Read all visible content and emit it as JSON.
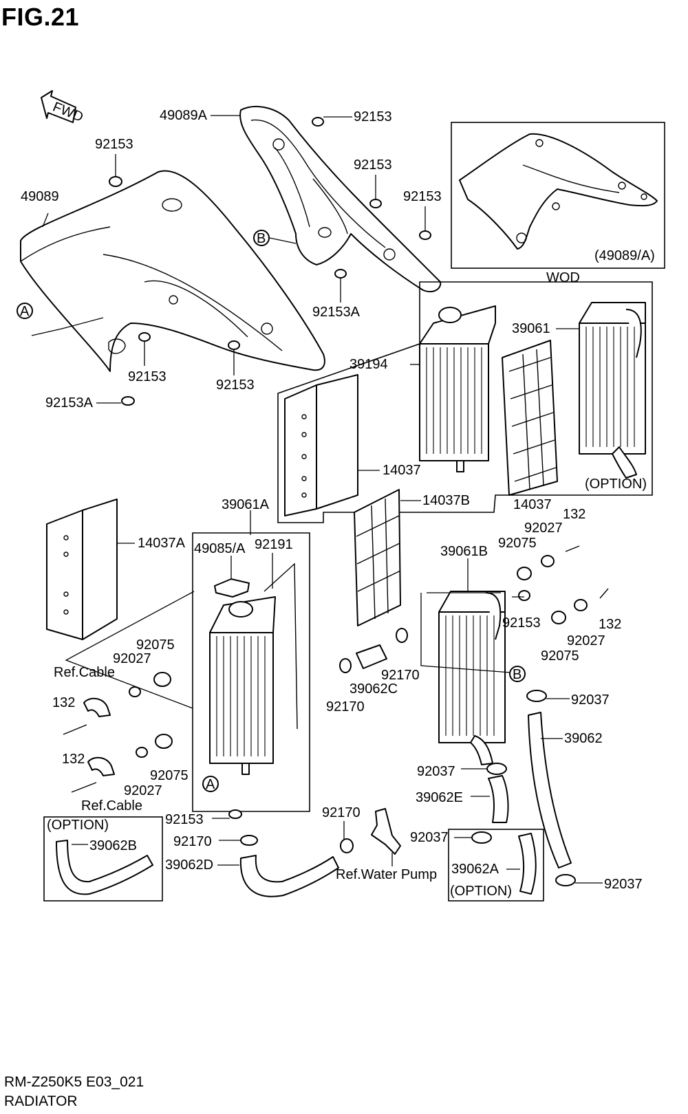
{
  "figure": {
    "title": "FIG.21",
    "model_code": "RM-Z250K5 E03_021",
    "section_name": "RADIATOR",
    "fwd_arrow_label": "FWD"
  },
  "callouts": {
    "c_49089A": "49089A",
    "c_92153_top": "92153",
    "c_92153_left": "92153",
    "c_92153_b1": "92153",
    "c_92153_b2": "92153",
    "c_49089": "49089",
    "c_92153_r": "92153",
    "c_92153A_mid": "92153A",
    "c_92153_a": "92153",
    "c_92153_bb": "92153",
    "c_92153A_left": "92153A",
    "c_wod_ref": "(49089/A)",
    "c_wod": "WOD",
    "c_39194": "39194",
    "c_39061": "39061",
    "c_14037_a": "14037",
    "c_14037_b": "14037",
    "c_option_top": "(OPTION)",
    "c_39061A": "39061A",
    "c_14037B": "14037B",
    "c_132_a": "132",
    "c_92027_a": "92027",
    "c_92075_a": "92075",
    "c_14037A": "14037A",
    "c_49085A": "49085/A",
    "c_92191": "92191",
    "c_39061B": "39061B",
    "c_92153_c": "92153",
    "c_132_b": "132",
    "c_92027_b": "92027",
    "c_92075_b": "92075",
    "c_92075_left": "92075",
    "c_92027_left": "92027",
    "c_refcable_1": "Ref.Cable",
    "c_132_left1": "132",
    "c_39062C": "39062C",
    "c_92170_a": "92170",
    "c_92170_b": "92170",
    "c_92037_a": "92037",
    "c_39062": "39062",
    "c_132_left2": "132",
    "c_92075_left2": "92075",
    "c_92027_left2": "92027",
    "c_refcable_2": "Ref.Cable",
    "c_92037_b": "92037",
    "c_39062E": "39062E",
    "c_92153_bottom": "92153",
    "c_92170_c": "92170",
    "c_92170_d": "92170",
    "c_92037_c": "92037",
    "c_option_left": "(OPTION)",
    "c_39062B": "39062B",
    "c_39062D": "39062D",
    "c_refwaterpump": "Ref.Water Pump",
    "c_39062A": "39062A",
    "c_option_right": "(OPTION)",
    "c_92037_d": "92037"
  },
  "markers": {
    "m_A_top": "A",
    "m_B_top": "B",
    "m_B_right": "B",
    "m_A_bottom": "A"
  }
}
